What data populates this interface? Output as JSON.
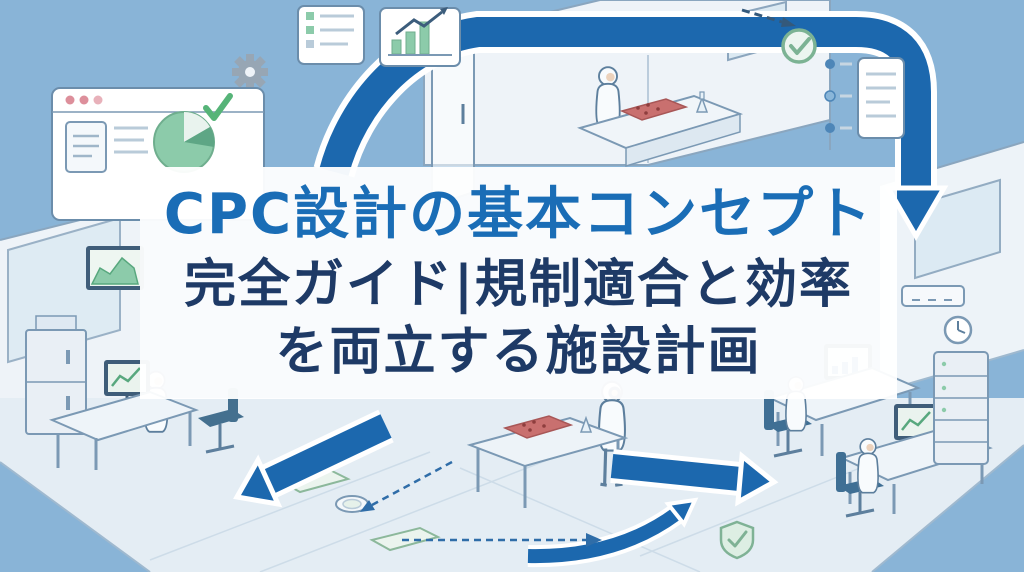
{
  "banner": {
    "line1": "CPC設計の基本コンセプト",
    "line2": "完全ガイド|規制適合と効率",
    "line3": "を両立する施設計画"
  },
  "colors": {
    "background_blue": "#89b4d7",
    "workflow_arrow_blue": "#1c68ae",
    "title_line1_blue": "#1a6db6",
    "title_navy": "#1e3a66",
    "banner_background": "rgba(255,255,255,0.95)",
    "outline_blue_gray": "#7b99b4",
    "wall_light": "#eef3f8",
    "floor_light": "#e4edf4",
    "glass_blue": "#d8e8f2",
    "accent_green": "#8ccbaa",
    "sample_red": "#c9706f"
  },
  "icons": [
    "browser-window-icon",
    "pie-chart-icon",
    "gear-icon",
    "checkmark-icon",
    "document-icon",
    "checklist-card-icon",
    "bar-chart-icon",
    "trend-arrow-icon",
    "check-circle-icon",
    "timeline-icon",
    "side-panel-icon",
    "workflow-arrow-icon",
    "dashed-arrow-icon",
    "glass-door-icon",
    "window-icon",
    "monitor-icon",
    "sample-tray-icon",
    "flask-icon",
    "petri-dish-icon",
    "material-box-icon",
    "storage-cabinet-icon",
    "desk-icon",
    "chair-icon",
    "worker-icon",
    "server-rack-icon",
    "air-conditioner-icon",
    "clock-icon",
    "shield-check-icon"
  ]
}
